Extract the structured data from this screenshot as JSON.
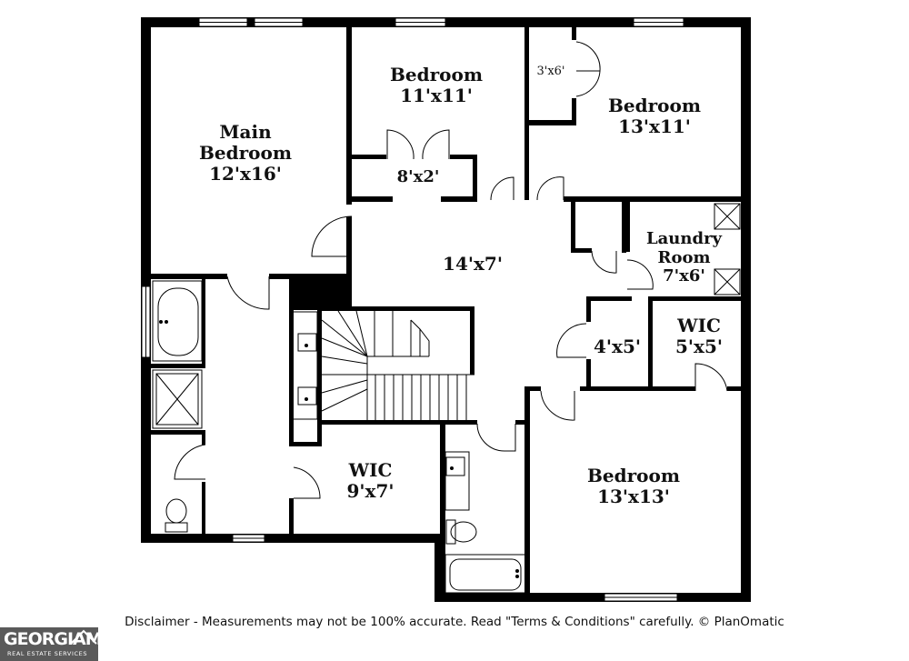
{
  "rooms": {
    "main_bedroom": {
      "name_line1": "Main",
      "name_line2": "Bedroom",
      "size": "12'x16'"
    },
    "bedroom_top": {
      "name": "Bedroom",
      "size": "11'x11'"
    },
    "closet_top": {
      "size": "8'x2'"
    },
    "closet_small": {
      "size": "3'x6'"
    },
    "bedroom_right": {
      "name": "Bedroom",
      "size": "13'x11'"
    },
    "hall": {
      "size": "14'x7'"
    },
    "laundry": {
      "name_line1": "Laundry",
      "name_line2": "Room",
      "size": "7'x6'"
    },
    "closet_mid": {
      "size": "4'x5'"
    },
    "wic_right": {
      "name": "WIC",
      "size": "5'x5'"
    },
    "wic_main": {
      "name": "WIC",
      "size": "9'x7'"
    },
    "bedroom_bottom": {
      "name": "Bedroom",
      "size": "13'x13'"
    }
  },
  "disclaimer": "Disclaimer - Measurements may not be 100% accurate. Read \"Terms & Conditions\" carefully. © PlanOmatic",
  "logo": {
    "word": "GEORGIAMLS",
    "sub": "REAL ESTATE SERVICES"
  },
  "colors": {
    "wall": "#000000",
    "logo_bg": "#5a5a5a"
  }
}
